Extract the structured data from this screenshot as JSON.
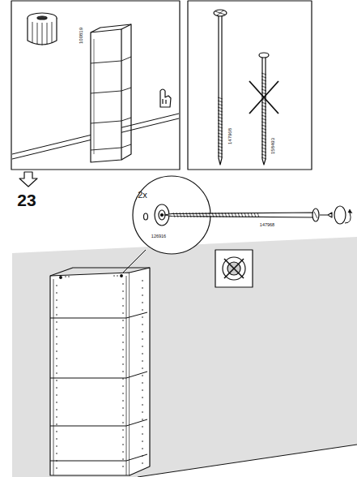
{
  "diagram": {
    "labels": [
      "100819",
      "147968",
      "158493",
      "23",
      "2x",
      "126916",
      "147968"
    ]
  }
}
